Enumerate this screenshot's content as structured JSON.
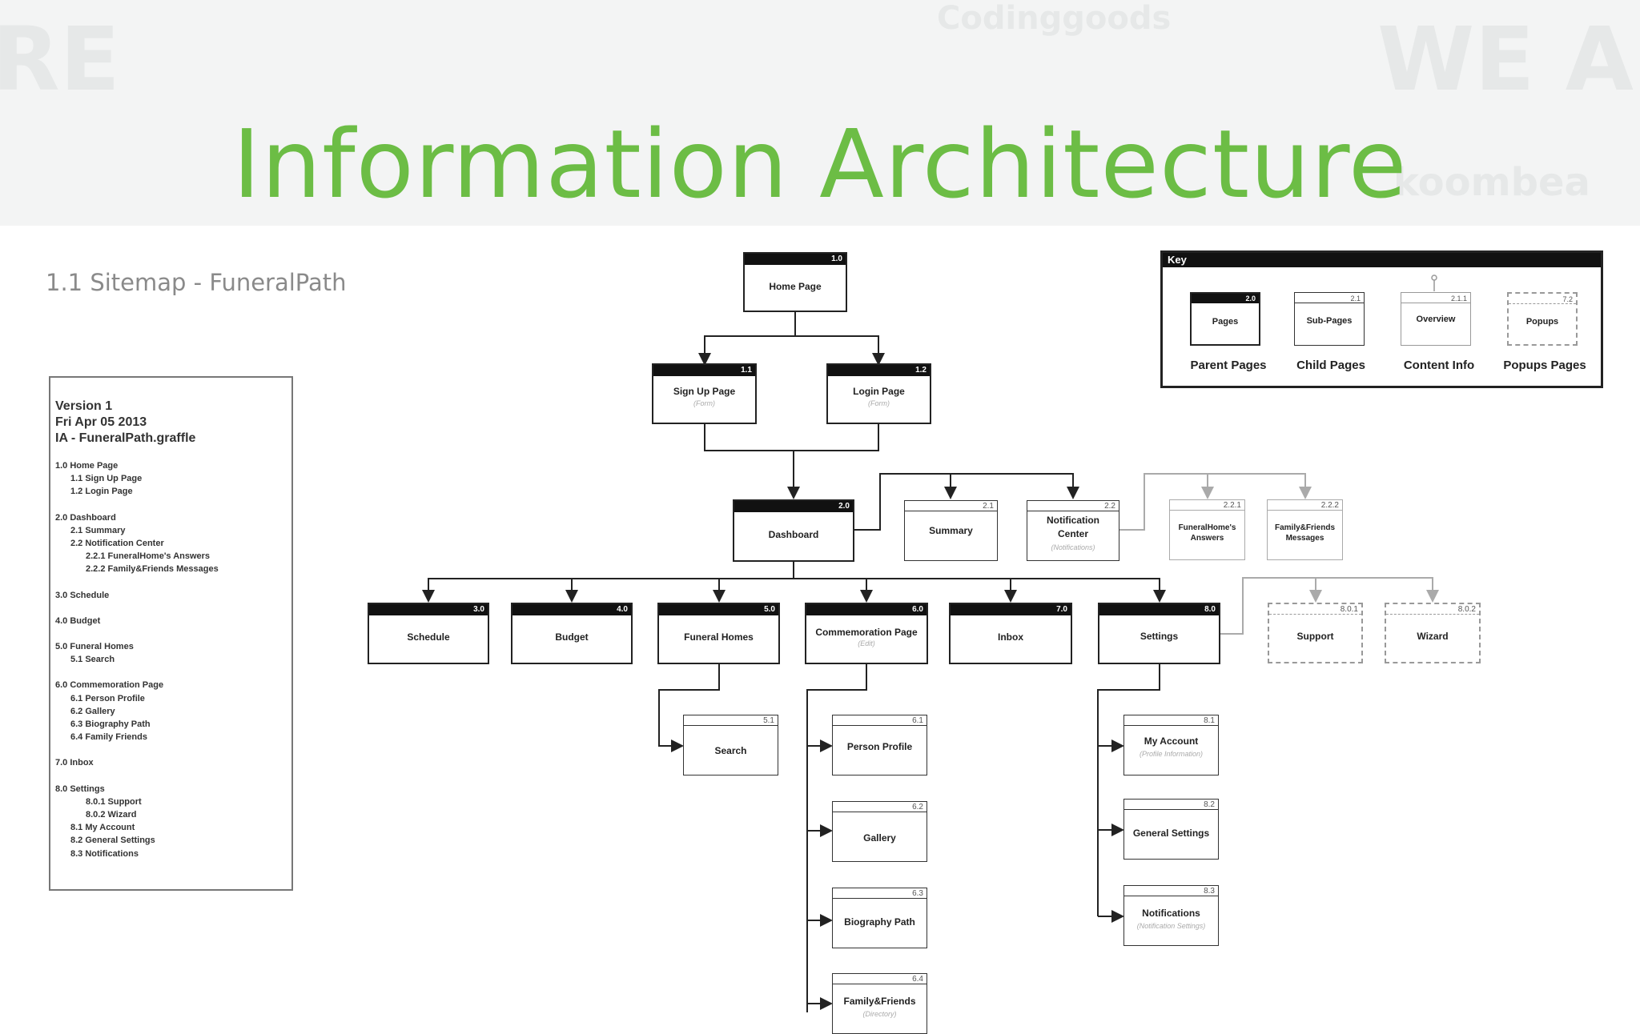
{
  "page": {
    "title": "Information Architecture",
    "subtitle": "1.1 Sitemap - FuneralPath"
  },
  "version_box": {
    "header": [
      "Version 1",
      "Fri Apr 05 2013",
      "IA - FuneralPath.graffle"
    ],
    "outline": [
      {
        "text": "1.0 Home Page",
        "level": 0,
        "gap": true
      },
      {
        "text": "1.1 Sign Up Page",
        "level": 1
      },
      {
        "text": "1.2 Login Page",
        "level": 1
      },
      {
        "text": "2.0 Dashboard",
        "level": 0,
        "gap": true
      },
      {
        "text": "2.1 Summary",
        "level": 1
      },
      {
        "text": "2.2 Notification Center",
        "level": 1
      },
      {
        "text": "2.2.1 FuneralHome's Answers",
        "level": 2
      },
      {
        "text": "2.2.2 Family&Friends Messages",
        "level": 2
      },
      {
        "text": "3.0 Schedule",
        "level": 0,
        "gap": true
      },
      {
        "text": "4.0 Budget",
        "level": 0,
        "gap": true
      },
      {
        "text": "5.0 Funeral Homes",
        "level": 0,
        "gap": true
      },
      {
        "text": "5.1 Search",
        "level": 1
      },
      {
        "text": "6.0 Commemoration Page",
        "level": 0,
        "gap": true
      },
      {
        "text": "6.1 Person Profile",
        "level": 1
      },
      {
        "text": "6.2 Gallery",
        "level": 1
      },
      {
        "text": "6.3 Biography Path",
        "level": 1
      },
      {
        "text": "6.4 Family Friends",
        "level": 1
      },
      {
        "text": "7.0 Inbox",
        "level": 0,
        "gap": true
      },
      {
        "text": "8.0 Settings",
        "level": 0,
        "gap": true
      },
      {
        "text": "8.0.1 Support",
        "level": 2
      },
      {
        "text": "8.0.2 Wizard",
        "level": 2
      },
      {
        "text": "8.1 My Account",
        "level": 1
      },
      {
        "text": "8.2 General Settings",
        "level": 1
      },
      {
        "text": "8.3 Notifications",
        "level": 1
      }
    ]
  },
  "key": {
    "title": "Key",
    "items": [
      {
        "caption": "Parent Pages",
        "box_label": "Pages",
        "number": "2.0",
        "style": "parent"
      },
      {
        "caption": "Child Pages",
        "box_label": "Sub-Pages",
        "number": "2.1",
        "style": "child"
      },
      {
        "caption": "Content Info",
        "box_label": "Overview",
        "number": "2.1.1",
        "style": "content"
      },
      {
        "caption": "Popups Pages",
        "box_label": "Popups",
        "number": "7.2",
        "style": "popup"
      }
    ]
  },
  "nodes": {
    "home": {
      "number": "1.0",
      "label": "Home Page",
      "note": ""
    },
    "signup": {
      "number": "1.1",
      "label": "Sign Up Page",
      "note": "(Form)"
    },
    "login": {
      "number": "1.2",
      "label": "Login Page",
      "note": "(Form)"
    },
    "dashboard": {
      "number": "2.0",
      "label": "Dashboard",
      "note": ""
    },
    "summary": {
      "number": "2.1",
      "label": "Summary",
      "note": ""
    },
    "notification_center": {
      "number": "2.2",
      "label": "Notification Center",
      "note": "(Notifications)"
    },
    "funeralhome_answers": {
      "number": "2.2.1",
      "label": "FuneralHome's Answers",
      "note": ""
    },
    "family_messages": {
      "number": "2.2.2",
      "label": "Family&Friends Messages",
      "note": ""
    },
    "schedule": {
      "number": "3.0",
      "label": "Schedule",
      "note": ""
    },
    "budget": {
      "number": "4.0",
      "label": "Budget",
      "note": ""
    },
    "funeral_homes": {
      "number": "5.0",
      "label": "Funeral Homes",
      "note": ""
    },
    "commemoration": {
      "number": "6.0",
      "label": "Commemoration Page",
      "note": "(Edit)"
    },
    "inbox": {
      "number": "7.0",
      "label": "Inbox",
      "note": ""
    },
    "settings": {
      "number": "8.0",
      "label": "Settings",
      "note": ""
    },
    "support": {
      "number": "8.0.1",
      "label": "Support",
      "note": ""
    },
    "wizard": {
      "number": "8.0.2",
      "label": "Wizard",
      "note": ""
    },
    "search": {
      "number": "5.1",
      "label": "Search",
      "note": ""
    },
    "person_profile": {
      "number": "6.1",
      "label": "Person Profile",
      "note": ""
    },
    "gallery": {
      "number": "6.2",
      "label": "Gallery",
      "note": ""
    },
    "biography_path": {
      "number": "6.3",
      "label": "Biography Path",
      "note": ""
    },
    "family_friends": {
      "number": "6.4",
      "label": "Family&Friends",
      "note": "(Directory)"
    },
    "my_account": {
      "number": "8.1",
      "label": "My Account",
      "note": "(Profile Information)"
    },
    "general_settings": {
      "number": "8.2",
      "label": "General Settings",
      "note": ""
    },
    "notifications": {
      "number": "8.3",
      "label": "Notifications",
      "note": "(Notification Settings)"
    }
  },
  "colors": {
    "title": "#6cbd45",
    "subtitle": "#8a8a8a",
    "bar": "#111111",
    "dashed": "#999999"
  }
}
